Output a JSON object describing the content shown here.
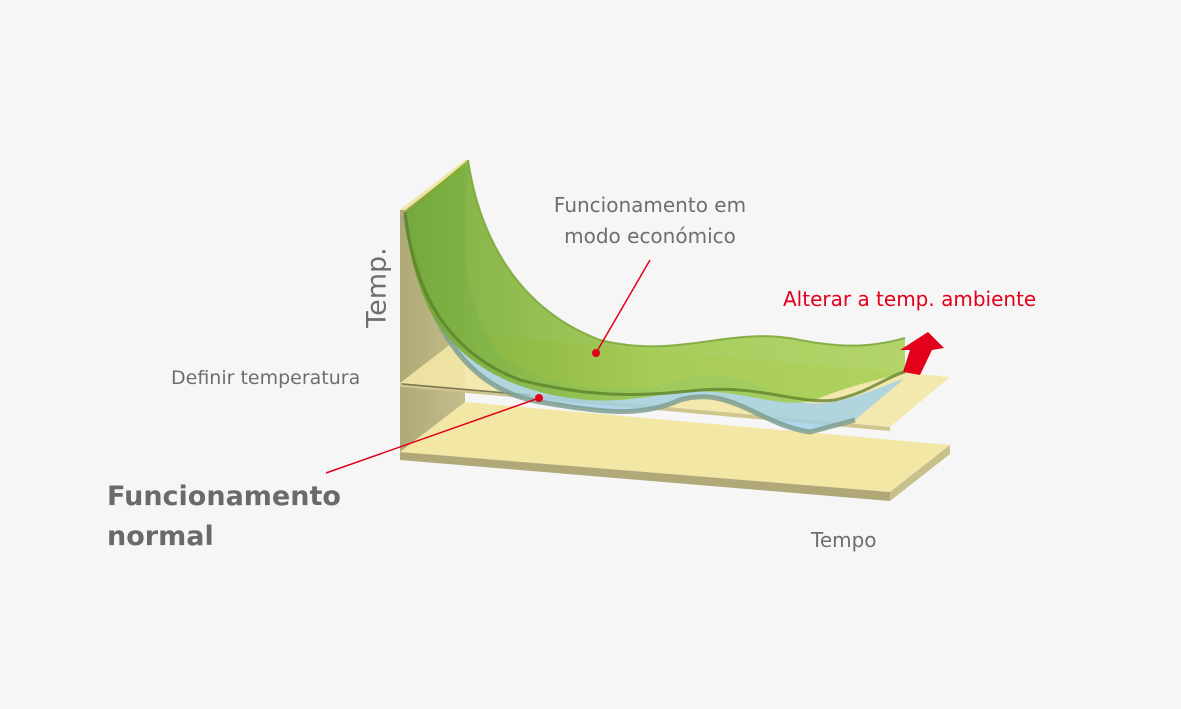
{
  "labels": {
    "eco_mode_line1": "Funcionamento em",
    "eco_mode_line2": "modo económico",
    "change_ambient": "Alterar a temp. ambiente",
    "set_temperature": "Definir temperatura",
    "normal_line1": "Funcionamento",
    "normal_line2": "normal",
    "time_axis": "Tempo",
    "temp_axis": "Temp."
  },
  "colors": {
    "background": "#f6f6f6",
    "floor_plane": "#f3e7a6",
    "floor_edge": "#b0a877",
    "wall_plane": "#b3ad78",
    "eco_surface": "#8ab83a",
    "normal_surface": "#9fd0e8",
    "accent_red": "#e2001a",
    "text_gray": "#6e6e6e"
  }
}
